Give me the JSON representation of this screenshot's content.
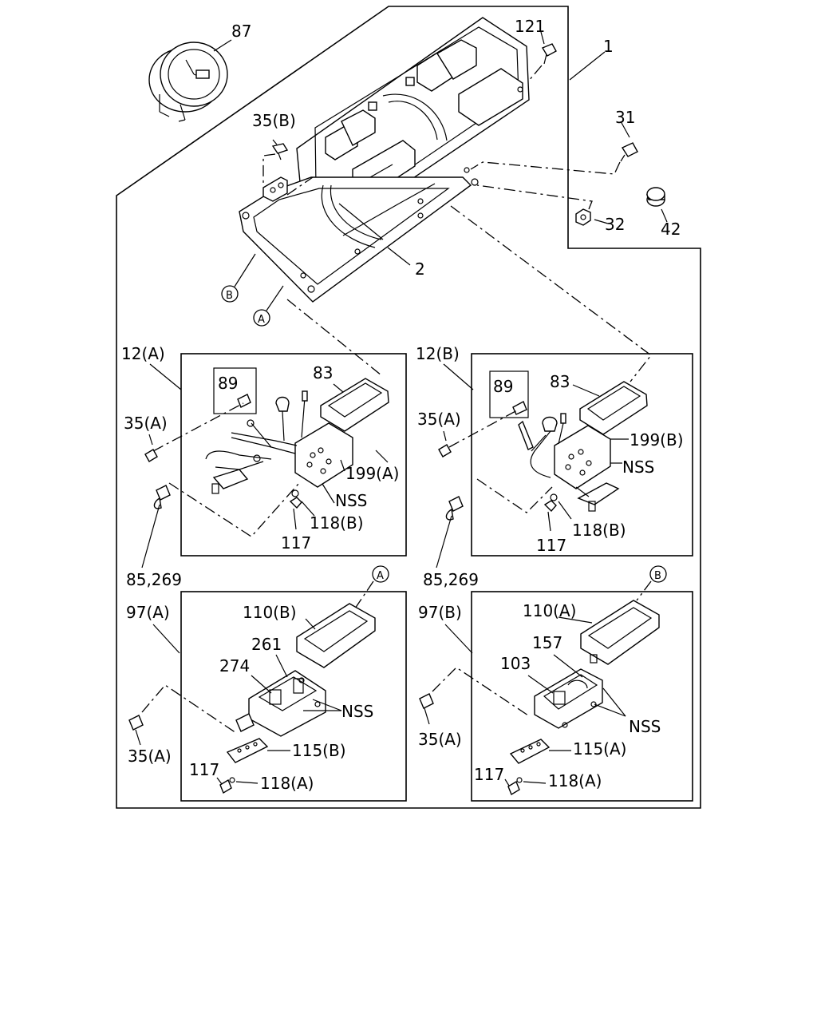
{
  "labels": {
    "p87": "87",
    "p121": "121",
    "p1": "1",
    "p31": "31",
    "p35b_top": "35(B)",
    "p32": "32",
    "p42": "42",
    "p2": "2",
    "ref_b_top": "B",
    "ref_a_top": "A",
    "p12a": "12(A)",
    "p12b": "12(B)",
    "p89_left": "89",
    "p89_right": "89",
    "p83_left": "83",
    "p83_right": "83",
    "p35a_left": "35(A)",
    "p35a_right": "35(A)",
    "p199a": "199(A)",
    "p199b": "199(B)",
    "nss_left": "NSS",
    "nss_right": "NSS",
    "p118b_left": "118(B)",
    "p118b_right": "118(B)",
    "p117_left": "117",
    "p117_right": "117",
    "p85_269_left": "85,269",
    "p85_269_right": "85,269",
    "ref_a_mid": "A",
    "ref_b_mid": "B",
    "p97a": "97(A)",
    "p97b": "97(B)",
    "p110b": "110(B)",
    "p110a": "110(A)",
    "p261": "261",
    "p274": "274",
    "p157": "157",
    "p103": "103",
    "nss_bl": "NSS",
    "nss_br": "NSS",
    "p35a_bl": "35(A)",
    "p35a_br": "35(A)",
    "p115b": "115(B)",
    "p115a": "115(A)",
    "p117_bl": "117",
    "p117_br": "117",
    "p118a_bl": "118(A)",
    "p118a_br": "118(A)"
  }
}
